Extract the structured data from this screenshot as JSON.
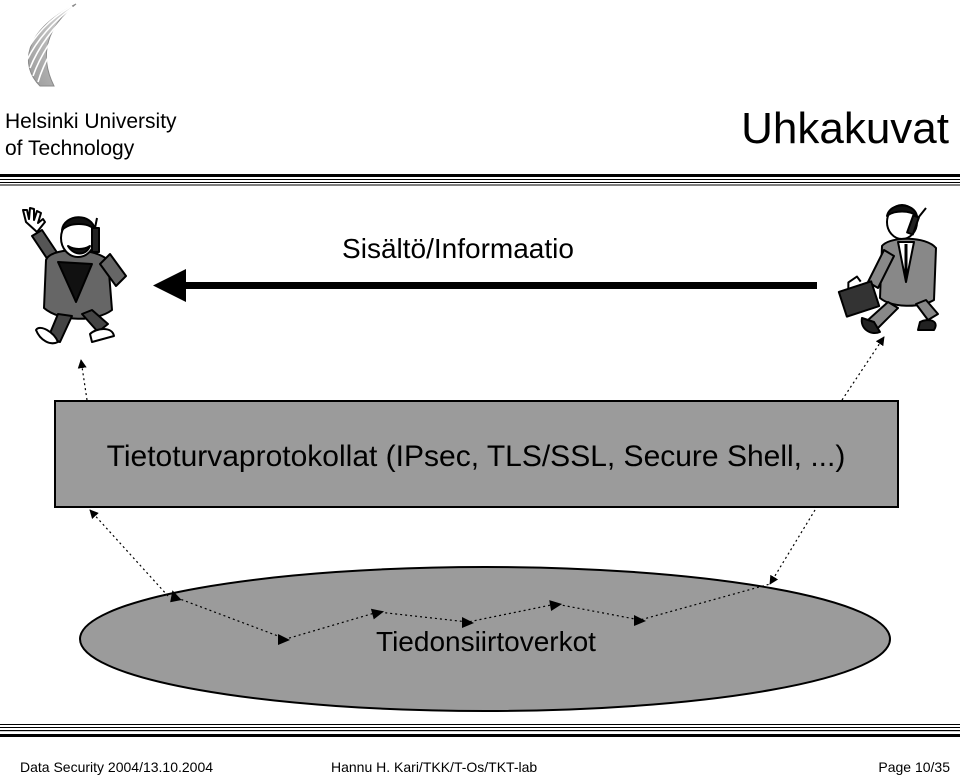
{
  "header": {
    "university_line1": "Helsinki University",
    "university_line2": "of Technology",
    "title": "Uhkakuvat"
  },
  "diagram": {
    "flow_label": "Sisältö/Informaatio",
    "protocols_label": "Tietoturvaprotokollat (IPsec, TLS/SSL, Secure Shell, ...)",
    "network_label": "Tiedonsiirtoverkot",
    "icons": [
      "logo-icon",
      "receiver-person-icon",
      "sender-person-icon"
    ]
  },
  "footer": {
    "left": "Data Security 2004/13.10.2004",
    "center": "Hannu H. Kari/TKK/T-Os/TKT-lab",
    "right": "Page 10/35"
  }
}
